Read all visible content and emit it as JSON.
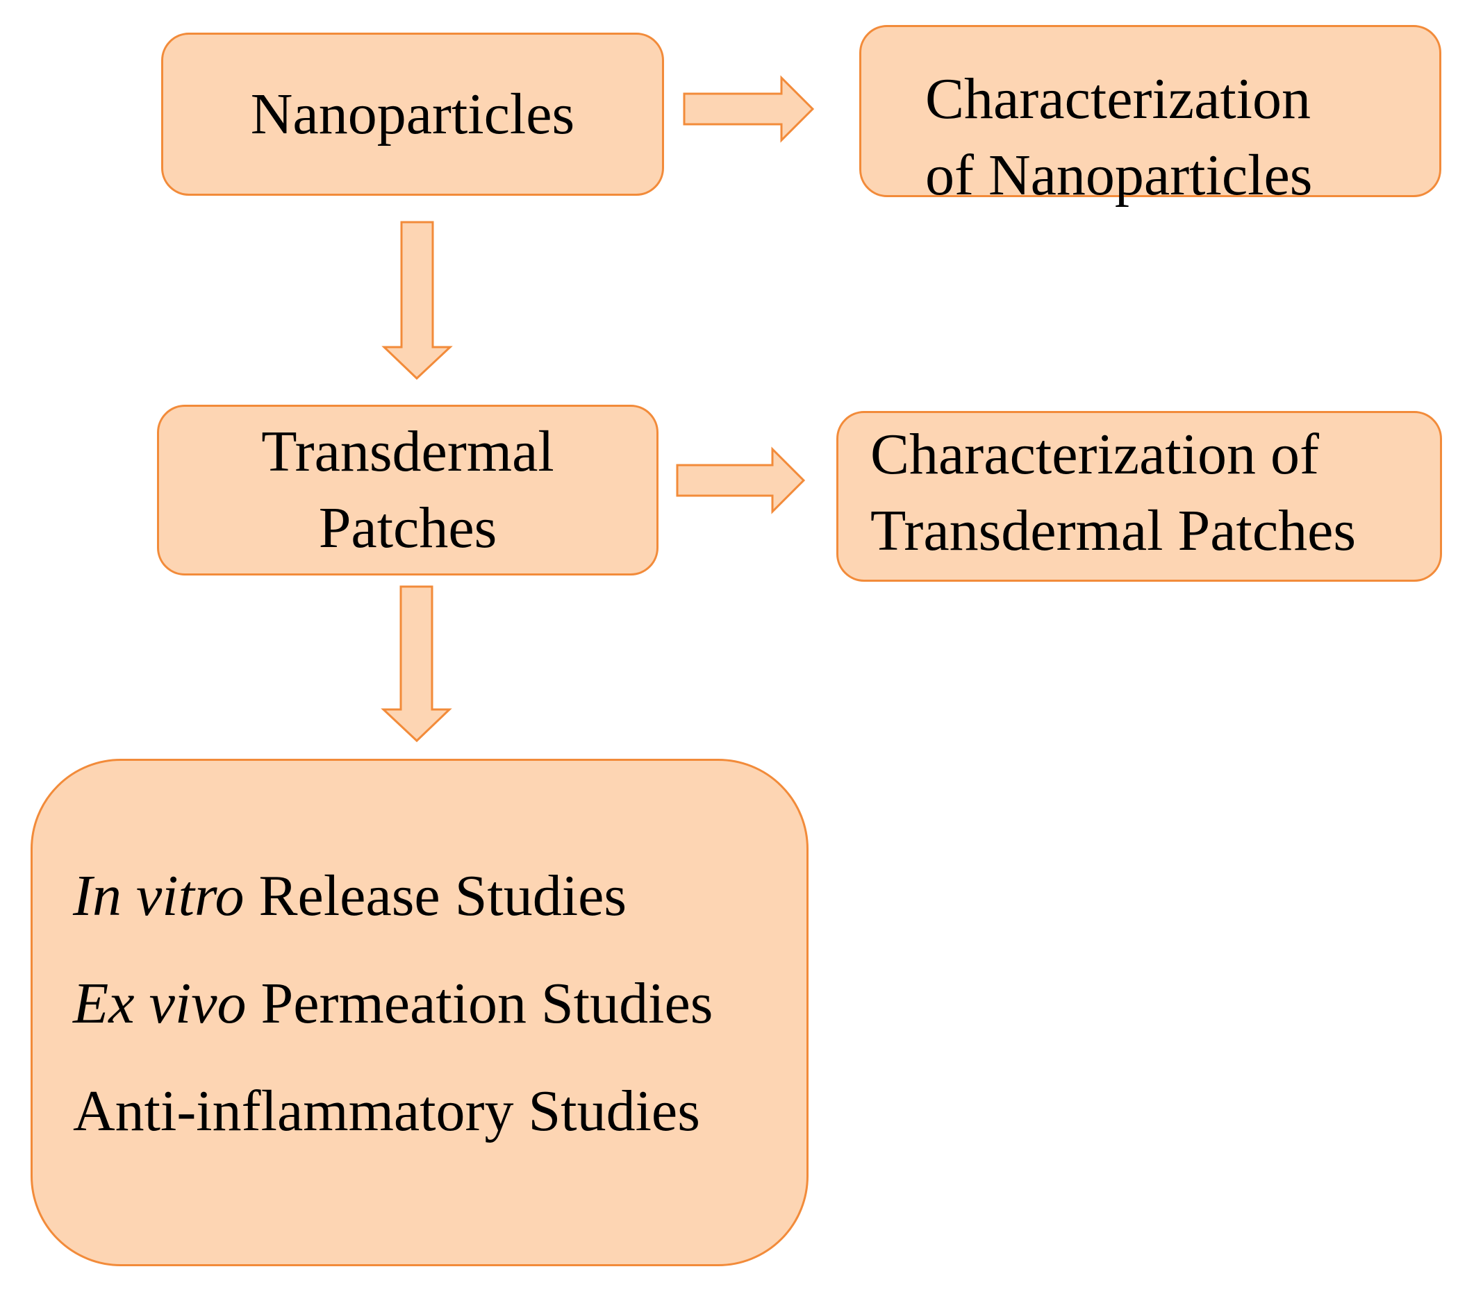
{
  "nodes": {
    "nanoparticles": "Nanoparticles",
    "char_nano_line1": "Characterization",
    "char_nano_line2": "of Nanoparticles",
    "patches_line1": "Transdermal",
    "patches_line2": "Patches",
    "char_patch_line1": "Characterization of",
    "char_patch_line2": "Transdermal Patches"
  },
  "studies": [
    {
      "italic": "In vitro",
      "rest": " Release Studies"
    },
    {
      "italic": "Ex vivo",
      "rest": " Permeation Studies"
    },
    {
      "italic": "",
      "rest": "Anti-inflammatory Studies"
    }
  ],
  "colors": {
    "box_fill": "#fdd5b3",
    "box_border": "#f28b3a",
    "arrow_fill": "#fdd5b3",
    "arrow_stroke": "#f28b3a"
  }
}
